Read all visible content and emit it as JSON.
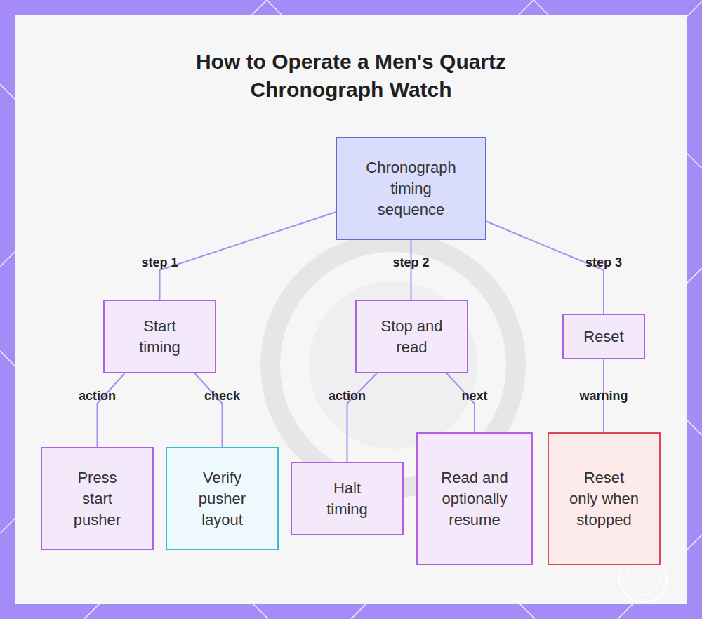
{
  "diagram": {
    "title": "How to Operate a Men's Quartz Chronograph Watch",
    "nodes": [
      {
        "text": [
          "Chronograph timing sequence"
        ]
      },
      {
        "text": [
          "Start timing"
        ]
      },
      {
        "text": [
          "Stop and read"
        ]
      },
      {
        "text": [
          "Reset"
        ]
      },
      {
        "text": [
          "Press start pusher"
        ]
      },
      {
        "text": [
          "Verify pusher layout"
        ]
      },
      {
        "text": [
          "Halt timing"
        ]
      },
      {
        "text": [
          "Read and optionally resume"
        ]
      },
      {
        "text": [
          "Reset only when stopped"
        ]
      }
    ],
    "edges": [
      {
        "from": 0,
        "to": 1,
        "arrow": "none",
        "label": "step 1"
      },
      {
        "from": 0,
        "to": 2,
        "arrow": "none",
        "label": "step 2"
      },
      {
        "from": 0,
        "to": 3,
        "arrow": "none",
        "label": "step 3"
      },
      {
        "from": 1,
        "to": 4,
        "arrow": "none",
        "label": "action"
      },
      {
        "from": 1,
        "to": 5,
        "arrow": "none",
        "label": "check"
      },
      {
        "from": 2,
        "to": 6,
        "arrow": "none",
        "label": "action"
      },
      {
        "from": 2,
        "to": 7,
        "arrow": "none",
        "label": "next"
      },
      {
        "from": 3,
        "to": 8,
        "arrow": "none",
        "label": "warning"
      }
    ]
  }
}
